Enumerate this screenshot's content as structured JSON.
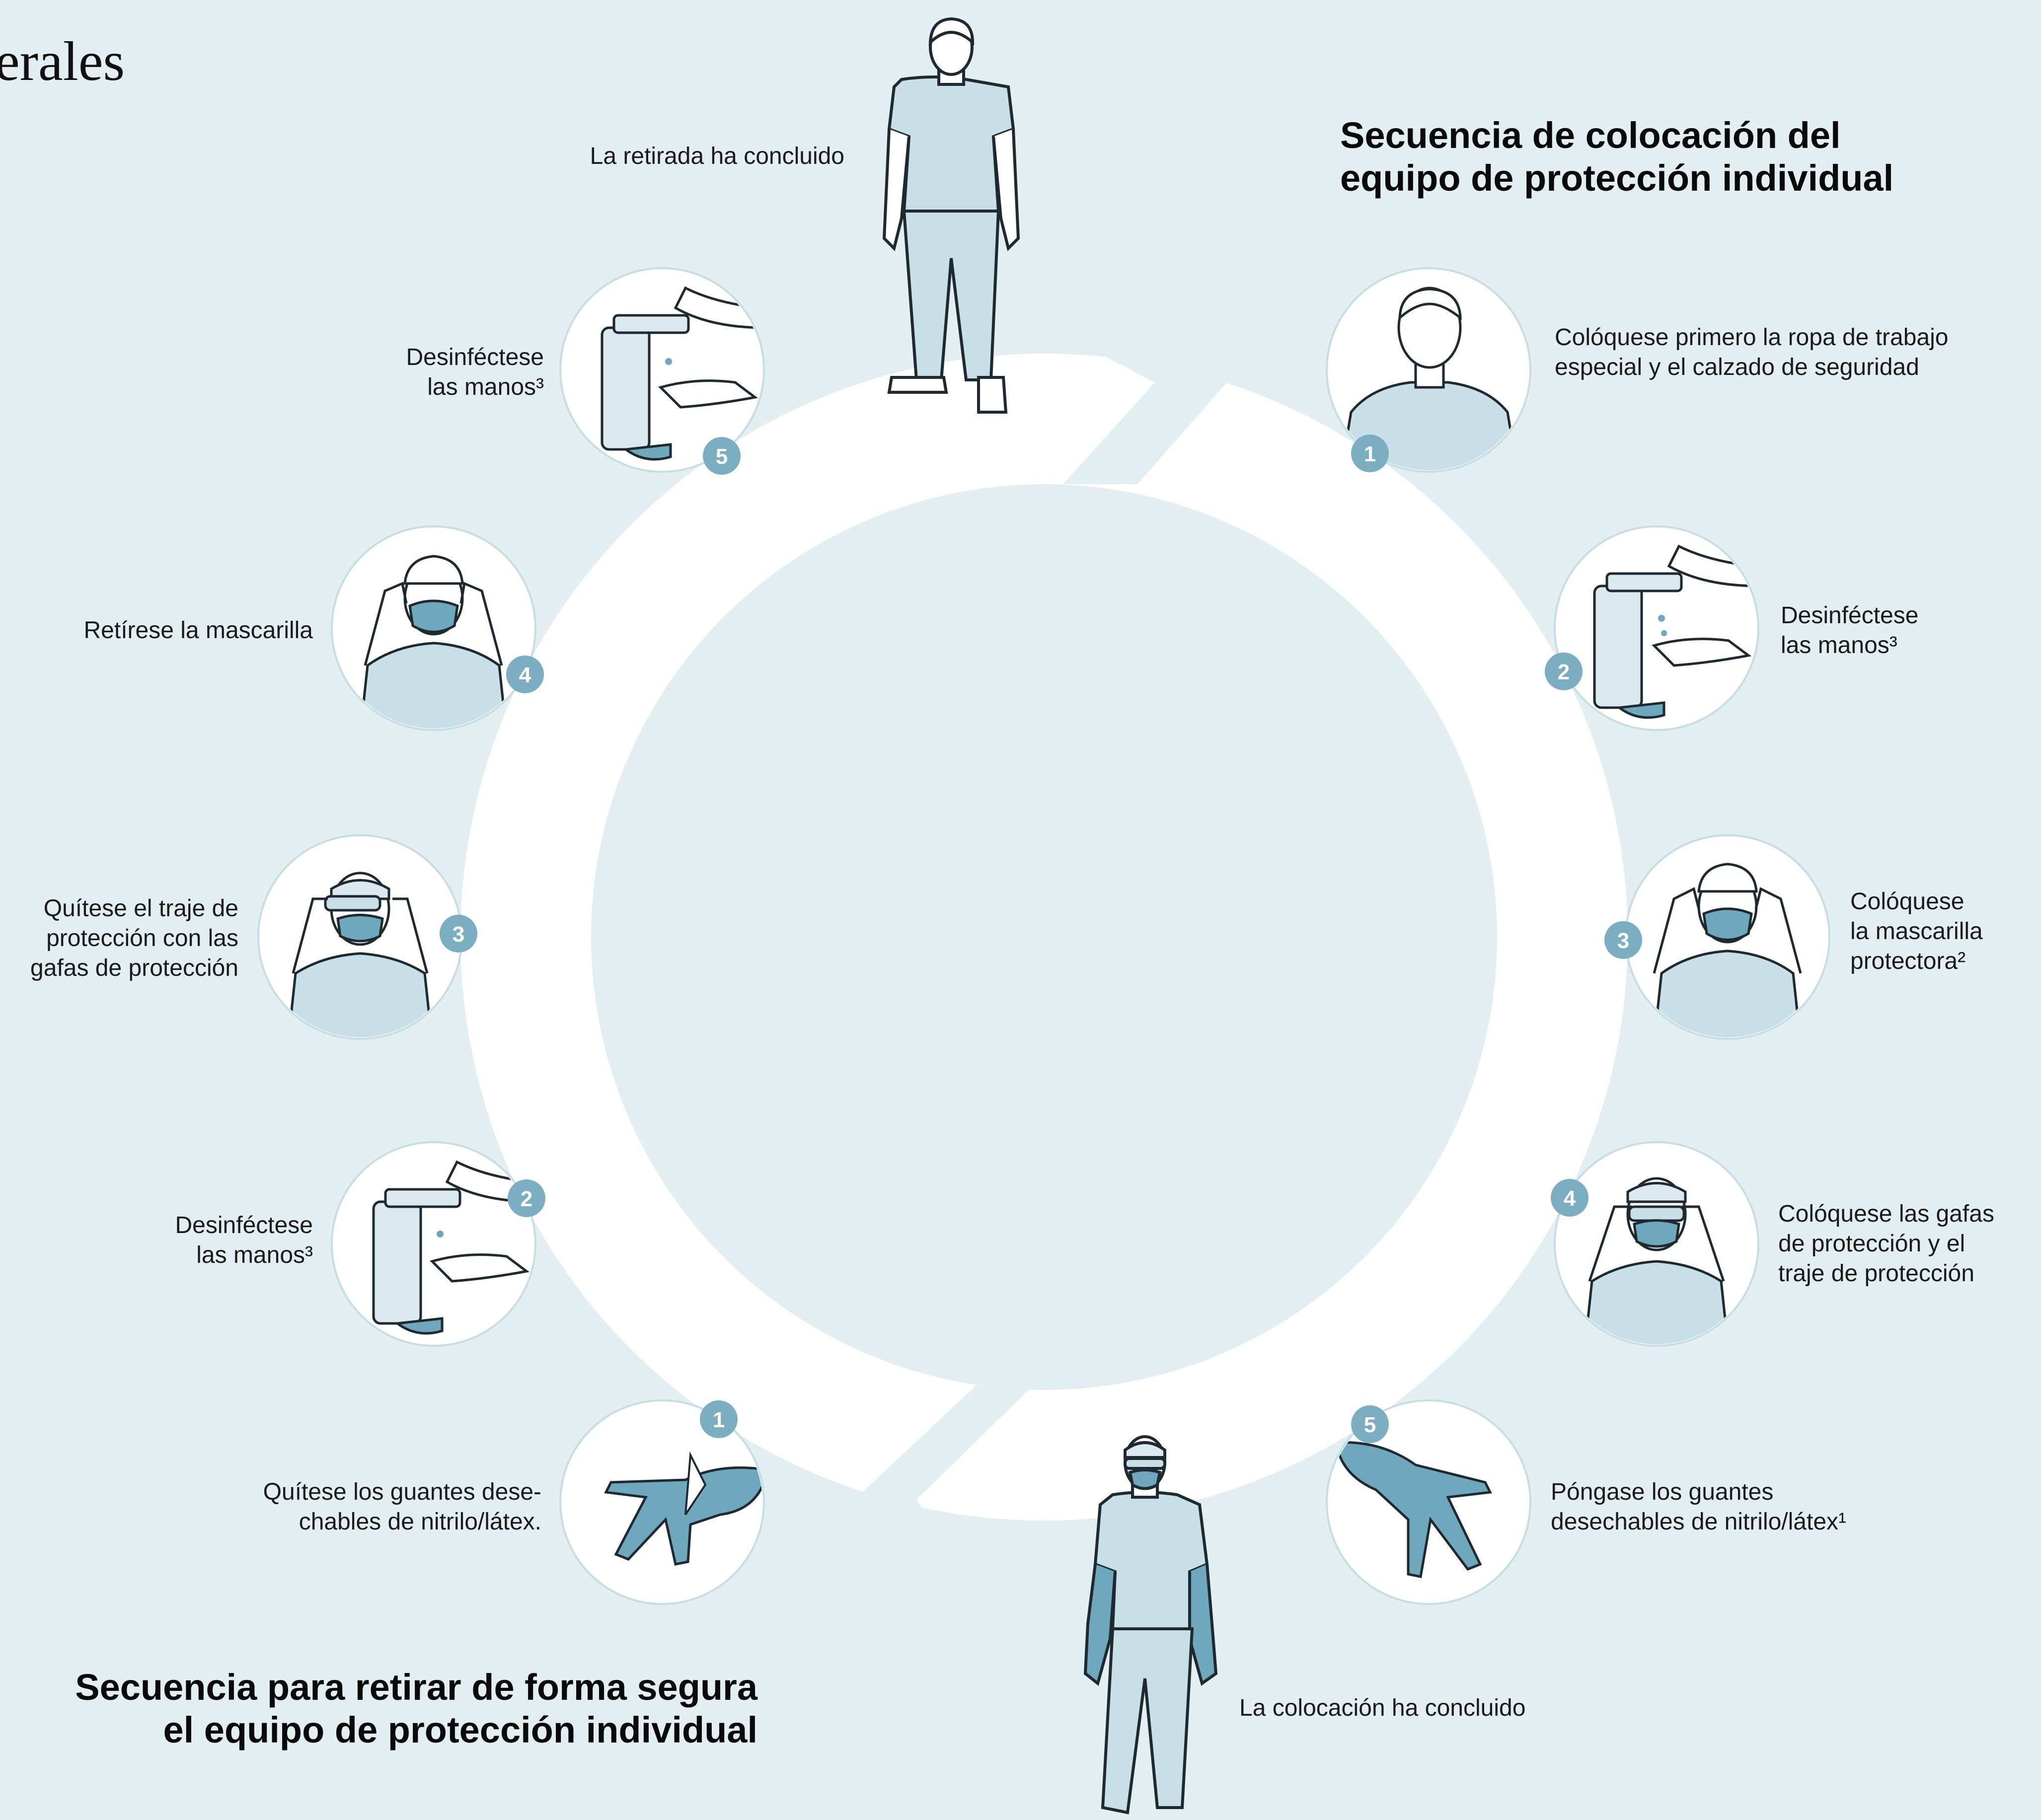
{
  "header": {
    "fragment": "erales"
  },
  "titles": {
    "on": "Secuencia de colocación del\nequipo de protección individual",
    "off": "Secuencia para retirar de forma segura\nel equipo de protección individual"
  },
  "on_steps": [
    {
      "num": "1",
      "label": "Colóquese primero la ropa de trabajo\nespecial y el calzado de seguridad",
      "icon": "person-bust-icon"
    },
    {
      "num": "2",
      "label": "Desinféctese\nlas manos³",
      "icon": "hand-sanitizer-dispenser-icon"
    },
    {
      "num": "3",
      "label": "Colóquese\nla mascarilla\nprotectora²",
      "icon": "put-on-mask-icon"
    },
    {
      "num": "4",
      "label": "Colóquese las gafas\nde protección y el\ntraje de protección",
      "icon": "put-on-goggles-icon"
    },
    {
      "num": "5",
      "label": "Póngase los guantes\ndesechables de nitrilo/látex¹",
      "icon": "put-on-gloves-icon"
    }
  ],
  "off_steps": [
    {
      "num": "1",
      "label": "Quítese los guantes dese-\nchables de nitrilo/látex.",
      "icon": "remove-gloves-icon"
    },
    {
      "num": "2",
      "label": "Desinféctese\nlas manos³",
      "icon": "hand-sanitizer-dispenser-icon"
    },
    {
      "num": "3",
      "label": "Quítese el traje de\nprotección con las\ngafas de protección",
      "icon": "remove-goggles-icon"
    },
    {
      "num": "4",
      "label": "Retírese la mascarilla",
      "icon": "remove-mask-icon"
    },
    {
      "num": "5",
      "label": "Desinféctese\nlas manos³",
      "icon": "hand-sanitizer-dispenser-icon"
    }
  ],
  "status": {
    "off_done": "La retirada ha concluido",
    "on_done": "La colocación ha concluido"
  },
  "colors": {
    "background": "#e3eef2",
    "ring": "#ffffff",
    "figure_fill": "#c9dfe7",
    "ppe_blue": "#6fa8bd",
    "badge": "#7aaec0",
    "outline": "#1f2a30"
  }
}
